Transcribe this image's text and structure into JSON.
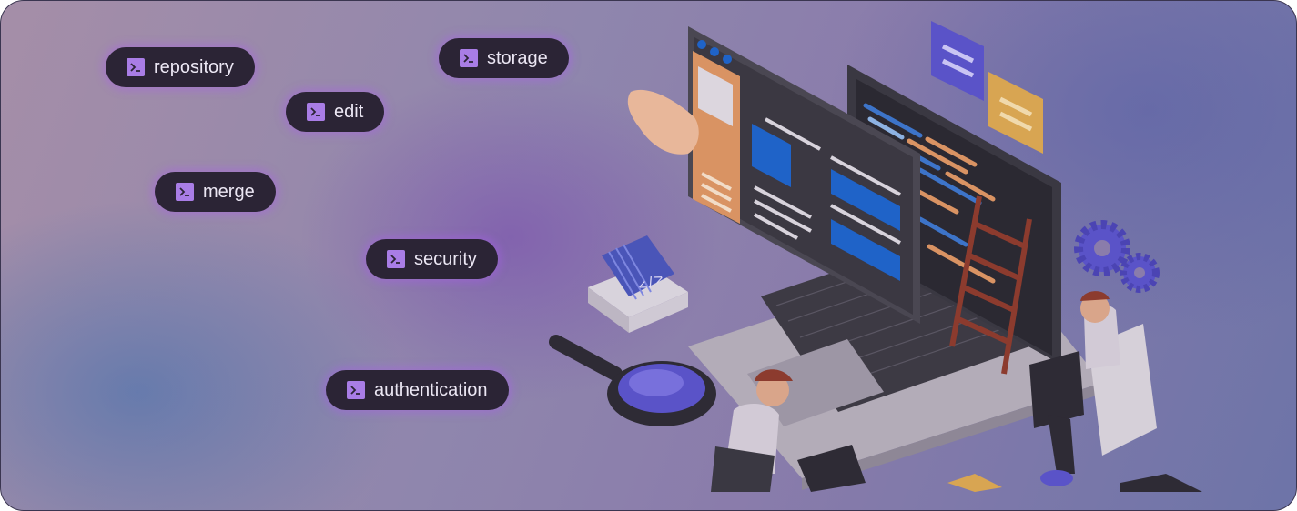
{
  "tags": [
    {
      "label": "repository",
      "icon": "terminal-icon"
    },
    {
      "label": "storage",
      "icon": "terminal-icon"
    },
    {
      "label": "edit",
      "icon": "terminal-icon"
    },
    {
      "label": "merge",
      "icon": "terminal-icon"
    },
    {
      "label": "security",
      "icon": "terminal-icon"
    },
    {
      "label": "authentication",
      "icon": "terminal-icon"
    }
  ],
  "illustration": {
    "code_badge": "</>",
    "colors": {
      "accent_purple": "#a97de6",
      "pill_bg": "#2b2435",
      "blue_ui": "#1f63c8",
      "orange_panel": "#d99363"
    }
  }
}
